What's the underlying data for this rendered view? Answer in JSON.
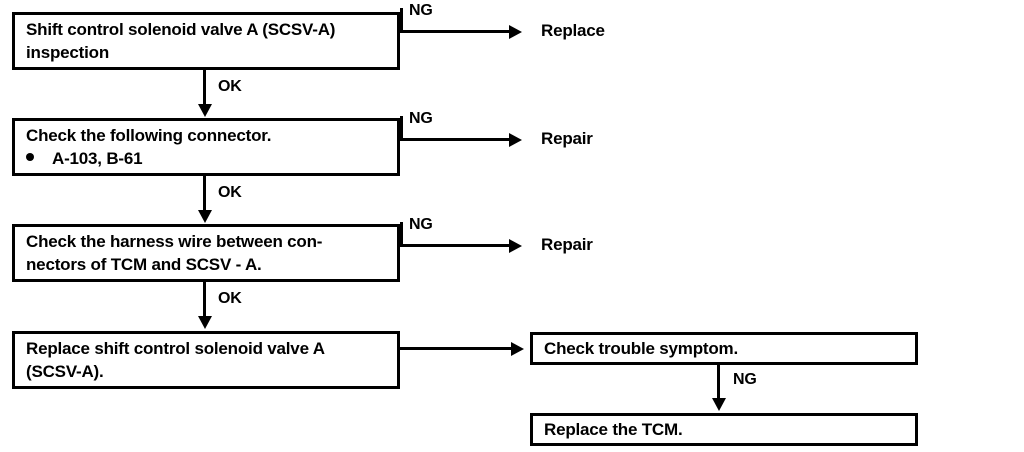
{
  "diagram": {
    "title": "Shift control solenoid valve A (SCSV-A) diagnostic flow",
    "type": "flowchart",
    "ink_color": "#000000",
    "background_color": "#ffffff"
  },
  "boxes": {
    "inspection": {
      "line1": "Shift control solenoid valve A (SCSV-A)",
      "line2": "inspection"
    },
    "connector_check": {
      "line1": "Check the following connector.",
      "bullet1": "A-103, B-61"
    },
    "harness_check": {
      "line1": "Check the harness wire between con-",
      "line2": "nectors of TCM and SCSV - A."
    },
    "replace_valve": {
      "line1": "Replace shift control solenoid valve A",
      "line2": "(SCSV-A)."
    },
    "check_symptom": {
      "line1": "Check trouble symptom."
    },
    "replace_tcm": {
      "line1": "Replace the TCM."
    }
  },
  "terminals": {
    "replace": "Replace",
    "repair_1": "Repair",
    "repair_2": "Repair"
  },
  "edge_labels": {
    "ng_1": "NG",
    "ng_2": "NG",
    "ng_3": "NG",
    "ng_4": "NG",
    "ok_1": "OK",
    "ok_2": "OK",
    "ok_3": "OK"
  }
}
